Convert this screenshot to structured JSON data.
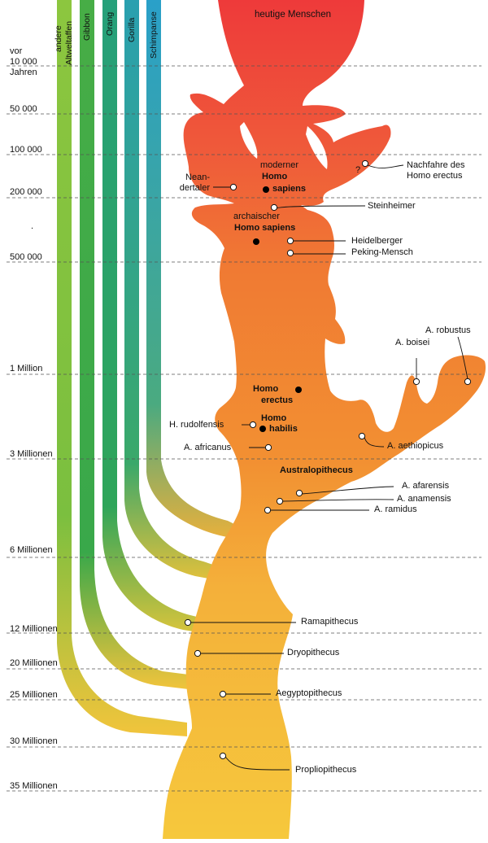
{
  "top_title": "heutige Menschen",
  "time_axis": [
    {
      "label": "vor",
      "id": "t-vor"
    },
    {
      "label": "10 000",
      "id": "t-10000"
    },
    {
      "label": "Jahren",
      "id": "t-jahren"
    },
    {
      "label": "50 000",
      "id": "t-50000"
    },
    {
      "label": "100 000",
      "id": "t-100000"
    },
    {
      "label": "200 000",
      "id": "t-200000"
    },
    {
      "label": ".",
      "id": "t-dot"
    },
    {
      "label": "500 000",
      "id": "t-500000"
    },
    {
      "label": "1 Million",
      "id": "t-1m"
    },
    {
      "label": "3 Millionen",
      "id": "t-3m"
    },
    {
      "label": "6 Millionen",
      "id": "t-6m"
    },
    {
      "label": "12 Millionen",
      "id": "t-12m"
    },
    {
      "label": "20 Millionen",
      "id": "t-20m"
    },
    {
      "label": "25 Millionen",
      "id": "t-25m"
    },
    {
      "label": "30 Millionen",
      "id": "t-30m"
    },
    {
      "label": "35 Millionen",
      "id": "t-35m"
    }
  ],
  "apes": [
    {
      "line1": "andere",
      "line2": "Altweltaffen"
    },
    {
      "line1": "Gibbon"
    },
    {
      "line1": "Orang"
    },
    {
      "line1": "Gorilla"
    },
    {
      "line1": "Schimpanse"
    }
  ],
  "labels": {
    "neandertaler_1": "Nean-",
    "neandertaler_2": "dertaler",
    "moderner": "moderner",
    "homo": "Homo",
    "sapiens": "sapiens",
    "question": "?",
    "nachfahre_1": "Nachfahre des",
    "nachfahre_2": "Homo erectus",
    "steinheimer": "Steinheimer",
    "archaischer": "archaischer",
    "homo_sapiens": "Homo sapiens",
    "heidelberger": "Heidelberger",
    "peking": "Peking-Mensch",
    "robustus": "A. robustus",
    "boisei": "A. boisei",
    "homo_erectus_1": "Homo",
    "homo_erectus_2": "erectus",
    "homo_habilis_1": "Homo",
    "homo_habilis_2": "habilis",
    "rudolfensis": "H. rudolfensis",
    "aethiopicus": "A. aethiopicus",
    "africanus": "A. africanus",
    "australopithecus": "Australopithecus",
    "afarensis": "A. afarensis",
    "anamensis": "A. anamensis",
    "ramidus": "A. ramidus",
    "ramapithecus": "Ramapithecus",
    "dryopithecus": "Dryopithecus",
    "aegyptopithecus": "Aegyptopithecus",
    "propliopithecus": "Propliopithecus"
  },
  "colors": {
    "red": "#ee3a3a",
    "orange": "#f07a33",
    "yellow": "#f6c43c",
    "green_light": "#8cc63f",
    "green": "#35a84a",
    "teal": "#1f9a86",
    "blue": "#2aa0c9",
    "dashline": "#555555"
  }
}
